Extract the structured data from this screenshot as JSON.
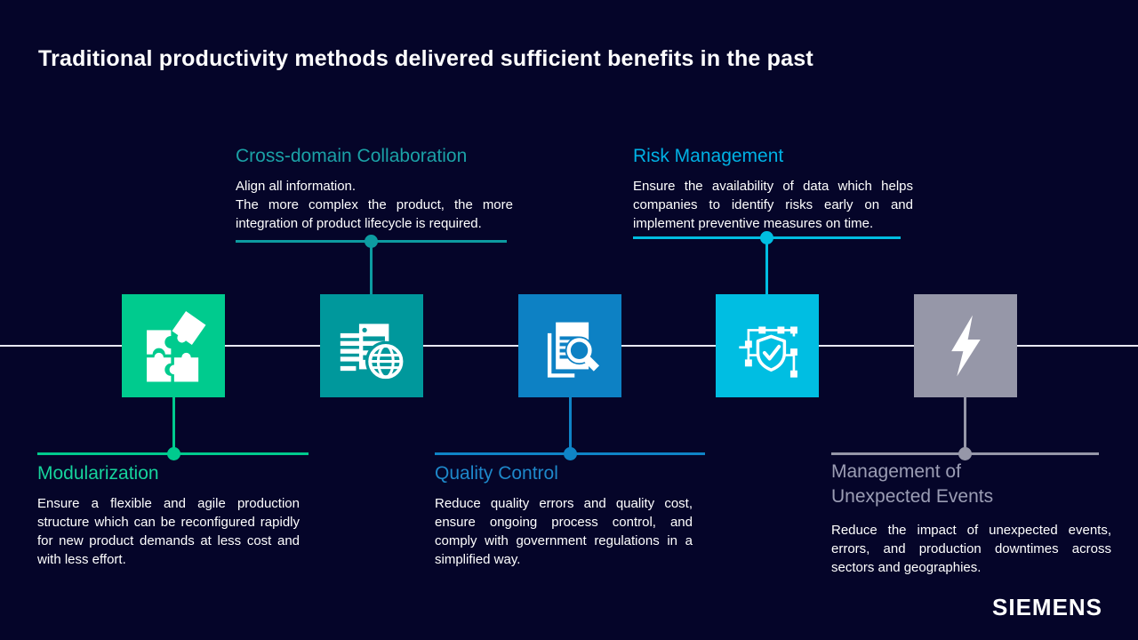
{
  "slide": {
    "title": "Traditional productivity methods delivered sufficient benefits in the past",
    "background_color": "#050529",
    "timeline_color": "#e9e9f4",
    "body_text_color": "#ffffff",
    "logo_text": "SIEMENS"
  },
  "milestones": [
    {
      "name": "Modularization",
      "icon": "puzzle-icon",
      "callout_position": "below",
      "tile_color": "#00cb8e",
      "accent_color": "#00cb8e",
      "title_color": "#16d39c",
      "description": "Ensure a flexible and agile production structure which can be reconfigured rapidly for new product demands at less cost and with less effort."
    },
    {
      "name": "Cross-domain Collaboration",
      "icon": "server-globe-icon",
      "callout_position": "above",
      "tile_color": "#00989c",
      "accent_color": "#0d9ca1",
      "title_color": "#1ba1a6",
      "description": "Align all information.\nThe more complex the product, the more integration of product lifecycle is required."
    },
    {
      "name": "Quality Control",
      "icon": "document-magnifier-icon",
      "callout_position": "below",
      "tile_color": "#0d81c4",
      "accent_color": "#0f84c6",
      "title_color": "#1e88ca",
      "description": "Reduce quality errors and quality cost, ensure ongoing process control, and comply with government regulations in a simplified way."
    },
    {
      "name": "Risk Management",
      "icon": "network-shield-icon",
      "callout_position": "above",
      "tile_color": "#00bee2",
      "accent_color": "#00bee2",
      "title_color": "#00b1e4",
      "description": "Ensure the availability of data which helps companies to identify risks early on and implement preventive measures on time."
    },
    {
      "name": "Management of Unexpected Events",
      "icon": "lightning-icon",
      "callout_position": "below",
      "tile_color": "#9697a8",
      "accent_color": "#9697a8",
      "title_color": "#9b9db4",
      "description": "Reduce the impact of unexpected events, errors, and production downtimes across sectors and geographies."
    }
  ]
}
